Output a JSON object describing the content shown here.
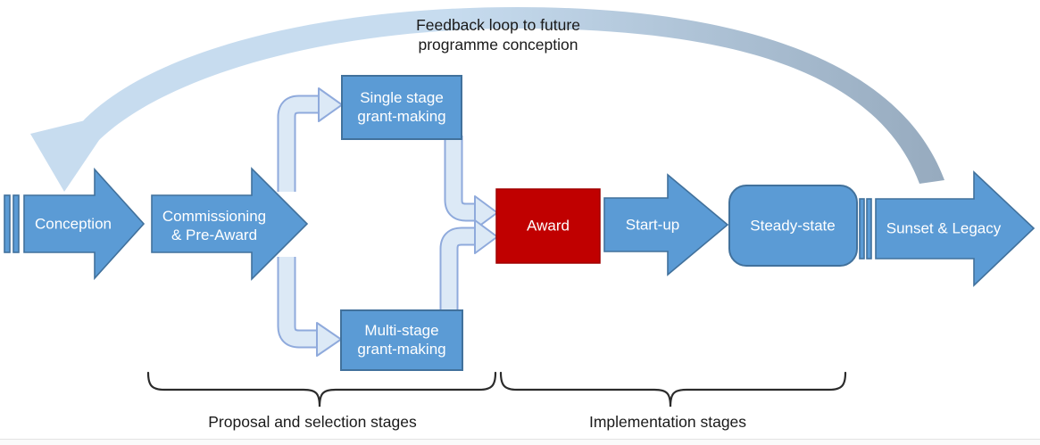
{
  "diagram": {
    "feedback": {
      "label_line1": "Feedback loop to future",
      "label_line2": "programme conception"
    },
    "stages": {
      "conception": "Conception",
      "commissioning_line1": "Commissioning",
      "commissioning_line2": "& Pre-Award",
      "single_line1": "Single stage",
      "single_line2": "grant-making",
      "multi_line1": "Multi-stage",
      "multi_line2": "grant-making",
      "award": "Award",
      "startup": "Start-up",
      "steady": "Steady-state",
      "sunset": "Sunset & Legacy"
    },
    "braces": {
      "proposal": "Proposal and selection stages",
      "implementation": "Implementation stages"
    },
    "colors": {
      "shape_blue": "#5B9BD5",
      "shape_blue_border": "#41719C",
      "connector_fill": "#DCE9F6",
      "connector_border": "#8FAADC",
      "award_red": "#C00000",
      "award_red_border": "#A00000",
      "feedback_light": "#C7DCEF",
      "feedback_dark": "#96AABE",
      "text_on_shape": "#FFFFFF",
      "label_text": "#1A1A1A",
      "brace_color": "#2B2B2B",
      "rule_gray": "#E3E3E3"
    }
  }
}
